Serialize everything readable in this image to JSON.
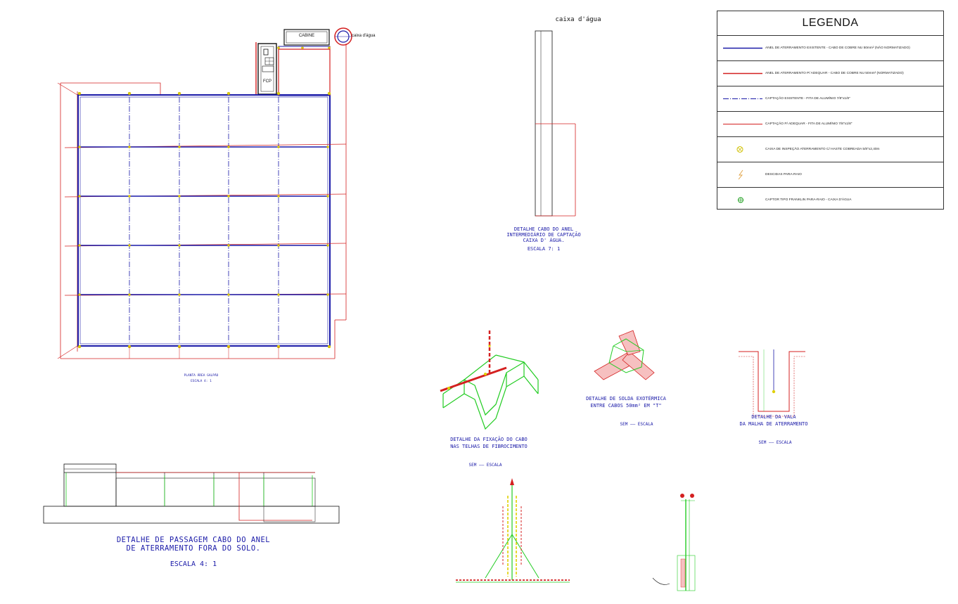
{
  "legend": {
    "title": "LEGENDA",
    "items": [
      {
        "text": "ANEL DE ATERRAMENTO EXISTENTE - CABO DE COBRE NU 50mm² (NÃO NORMATIZADO)",
        "symbol": "blue-line-icon",
        "color": "#1a1aa8"
      },
      {
        "text": "ANEL DE ATERRAMENTO P/ ADEQUAR - CABO DE COBRE NU 50mm² (NORMATIZADO)",
        "symbol": "red-line-icon",
        "color": "#d42020"
      },
      {
        "text": "CAPTAÇÃO EXISTENTE - FITA DE ALUMÍNIO 7/8\"x1/8\"",
        "symbol": "blue-dashdot-line-icon",
        "color": "#1a1aa8"
      },
      {
        "text": "CAPTAÇÃO P/ ADEQUAR - FITA DE ALUMÍNIO 7/8\"x1/8\"",
        "symbol": "red-line-icon",
        "color": "#d42020"
      },
      {
        "text": "CAIXA DE INSPEÇÃO ATERRAMENTO C/ HASTE COBREADA 5/8\"x2,40m",
        "symbol": "inspection-box-icon",
        "color": "#e0d000"
      },
      {
        "text": "DESCIDAS PARA-RAIO",
        "symbol": "lightning-descent-icon",
        "color": "#e0a040"
      },
      {
        "text": "CAPTOR TIPO FRANKLIN PARA-RAIO - CAIXA D'ÁGUA",
        "symbol": "franklin-captor-icon",
        "color": "#1e9e1e"
      }
    ]
  },
  "plan": {
    "cabine_label": "CABINE",
    "fcp_label": "FCP",
    "water_tank_label": "caixa d'água",
    "title": "PLANTA ÁREA GALPÃO",
    "scale": "ESCALA 4: 1"
  },
  "water_tank_detail": {
    "top_label": "caixa d'água",
    "title_line1": "DETALHE CABO DO ANEL",
    "title_line2": "INTERMEDIÁRIO DE CAPTAÇÃO",
    "title_line3": "CAIXA D' ÁGUA.",
    "scale": "ESCALA 7: 1"
  },
  "roof_detail": {
    "title_line1": "DETALHE DA FIXAÇÃO DO CABO",
    "title_line2": "NAS TELHAS DE FIBROCIMENTO",
    "scale": "SEM —— ESCALA"
  },
  "weld_detail": {
    "title_line1": "DETALHE DE SOLDA EXOTÉRMICA",
    "title_line2": "ENTRE CABOS 50mm² EM \"T\"",
    "scale": "SEM —— ESCALA"
  },
  "trench_detail": {
    "title_line1": "DETALHE DA VALA",
    "title_line2": "DA MALHA DE ATERRAMENTO",
    "scale": "SEM —— ESCALA"
  },
  "passage_detail": {
    "title_line1": "DETALHE DE PASSAGEM CABO DO ANEL",
    "title_line2": "DE ATERRAMENTO FORA DO SOLO.",
    "scale": "ESCALA 4: 1"
  },
  "colors": {
    "blue": "#1a1aa8",
    "red": "#d42020",
    "green": "#1e9e1e",
    "yellow": "#e0d000"
  }
}
